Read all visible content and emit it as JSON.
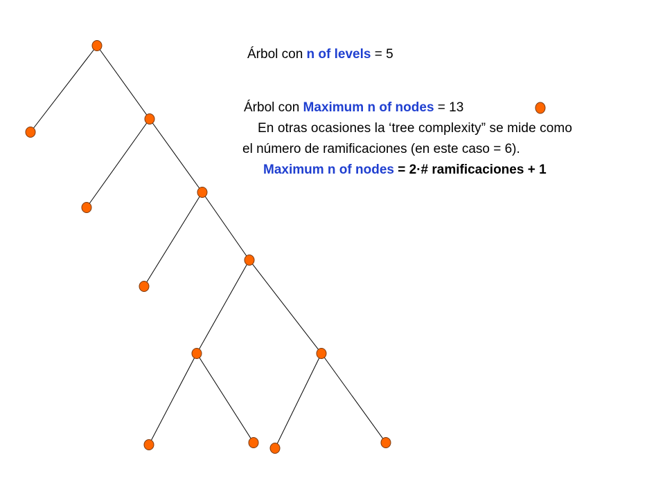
{
  "levels": {
    "prefix": "Árbol con ",
    "term": "n of levels",
    "suffix": " = 5"
  },
  "nodes": {
    "prefix": "Árbol con ",
    "term": "Maximum n of nodes",
    "suffix": " = 13"
  },
  "description": {
    "line1": "En otras ocasiones la ‘tree complexity” se mide como",
    "line2": "el número de ramificaciones (en este caso = 6)."
  },
  "formula": {
    "term": "Maximum n of nodes",
    "rest": " = 2·# ramificaciones + 1"
  },
  "colors": {
    "node_fill": "#ff6600",
    "highlight": "#1f3fd0"
  },
  "tree": {
    "node_ids": [
      "root",
      "leaf-1",
      "branch-2",
      "leaf-2",
      "branch-3",
      "leaf-3",
      "branch-4",
      "branch-5a",
      "branch-5b",
      "leaf-5a1",
      "leaf-5a2",
      "leaf-5b1",
      "leaf-5b2"
    ],
    "edges": [
      [
        "root",
        "leaf-1"
      ],
      [
        "root",
        "branch-2"
      ],
      [
        "branch-2",
        "leaf-2"
      ],
      [
        "branch-2",
        "branch-3"
      ],
      [
        "branch-3",
        "leaf-3"
      ],
      [
        "branch-3",
        "branch-4"
      ],
      [
        "branch-4",
        "branch-5a"
      ],
      [
        "branch-4",
        "branch-5b"
      ],
      [
        "branch-5a",
        "leaf-5a1"
      ],
      [
        "branch-5a",
        "leaf-5a2"
      ],
      [
        "branch-5b",
        "leaf-5b1"
      ],
      [
        "branch-5b",
        "leaf-5b2"
      ]
    ]
  }
}
